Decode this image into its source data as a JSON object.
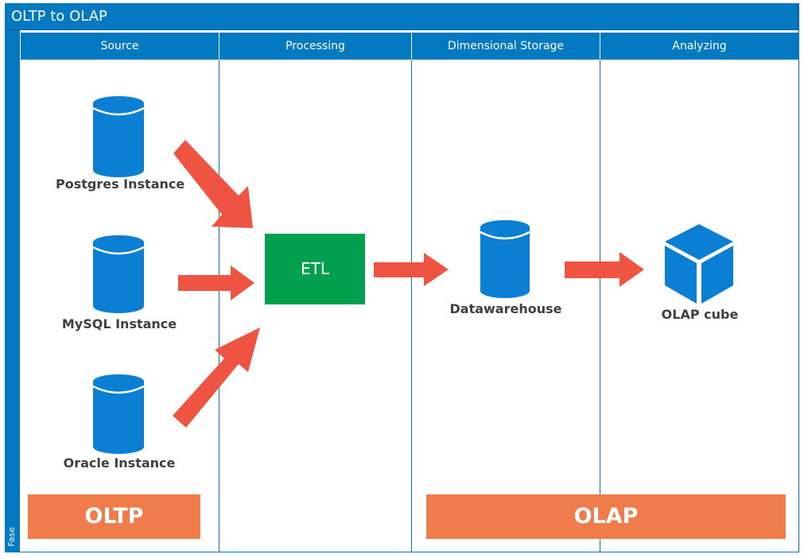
{
  "title": "OLTP to OLAP",
  "left_strip_label": "Fase",
  "columns": [
    "Source",
    "Processing",
    "Dimensional Storage",
    "Analyzing"
  ],
  "sources": [
    "Postgres Instance",
    "MySQL Instance",
    "Oracle Instance"
  ],
  "etl_label": "ETL",
  "warehouse_label": "Datawarehouse",
  "cube_label": "OLAP cube",
  "phases": {
    "oltp": "OLTP",
    "olap": "OLAP"
  },
  "colors": {
    "header_blue": "#0279c0",
    "db_blue": "#0b7fd3",
    "etl_green": "#00a04e",
    "arrow_red": "#ef5443",
    "phase_orange": "#f07b4b"
  },
  "icons": [
    "database-icon",
    "cube-icon",
    "arrow-icon"
  ]
}
